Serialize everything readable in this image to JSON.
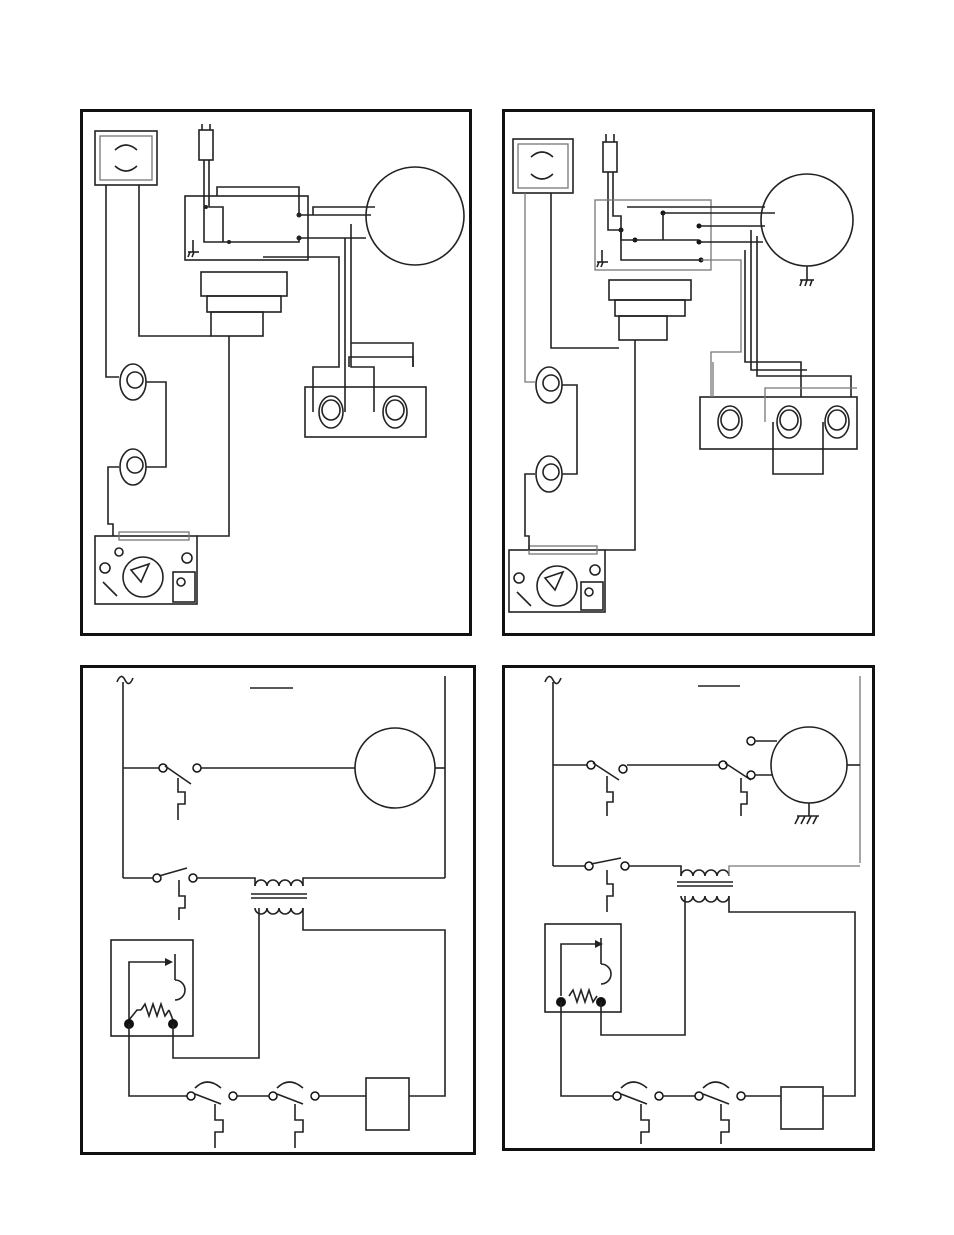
{
  "page": {
    "panels": [
      {
        "id": "wiring-pictorial-two-burner",
        "label": ""
      },
      {
        "id": "wiring-pictorial-three-burner",
        "label": ""
      },
      {
        "id": "ladder-schematic-standard",
        "label": ""
      },
      {
        "id": "ladder-schematic-grounded-motor",
        "label": ""
      }
    ]
  },
  "colors": {
    "line": "#222222",
    "faint": "#777777",
    "frame": "#111111",
    "background": "#ffffff"
  }
}
